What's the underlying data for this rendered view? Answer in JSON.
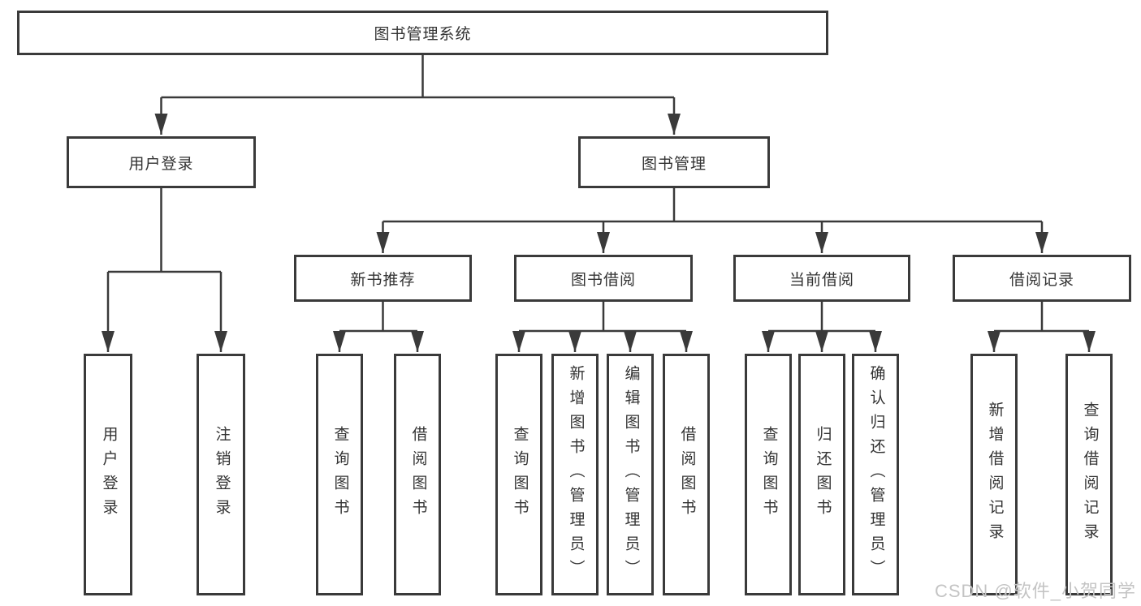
{
  "tree": {
    "root": {
      "label": "图书管理系统",
      "children": [
        {
          "label": "用户登录",
          "children": [
            {
              "label": "用户登录"
            },
            {
              "label": "注销登录"
            }
          ]
        },
        {
          "label": "图书管理",
          "children": [
            {
              "label": "新书推荐",
              "children": [
                {
                  "label": "查询图书"
                },
                {
                  "label": "借阅图书"
                }
              ]
            },
            {
              "label": "图书借阅",
              "children": [
                {
                  "label": "查询图书"
                },
                {
                  "label": "新增图书（管理员）"
                },
                {
                  "label": "编辑图书（管理员）"
                },
                {
                  "label": "借阅图书"
                }
              ]
            },
            {
              "label": "当前借阅",
              "children": [
                {
                  "label": "查询图书"
                },
                {
                  "label": "归还图书"
                },
                {
                  "label": "确认归还（管理员）"
                }
              ]
            },
            {
              "label": "借阅记录",
              "children": [
                {
                  "label": "新增借阅记录"
                },
                {
                  "label": "查询借阅记录"
                }
              ]
            }
          ]
        }
      ]
    }
  },
  "watermark": "CSDN @软件_小贺同学",
  "colors": {
    "line": "#3a3a3a",
    "text": "#333333",
    "watermark": "#c4c4c4",
    "background": "#ffffff"
  }
}
